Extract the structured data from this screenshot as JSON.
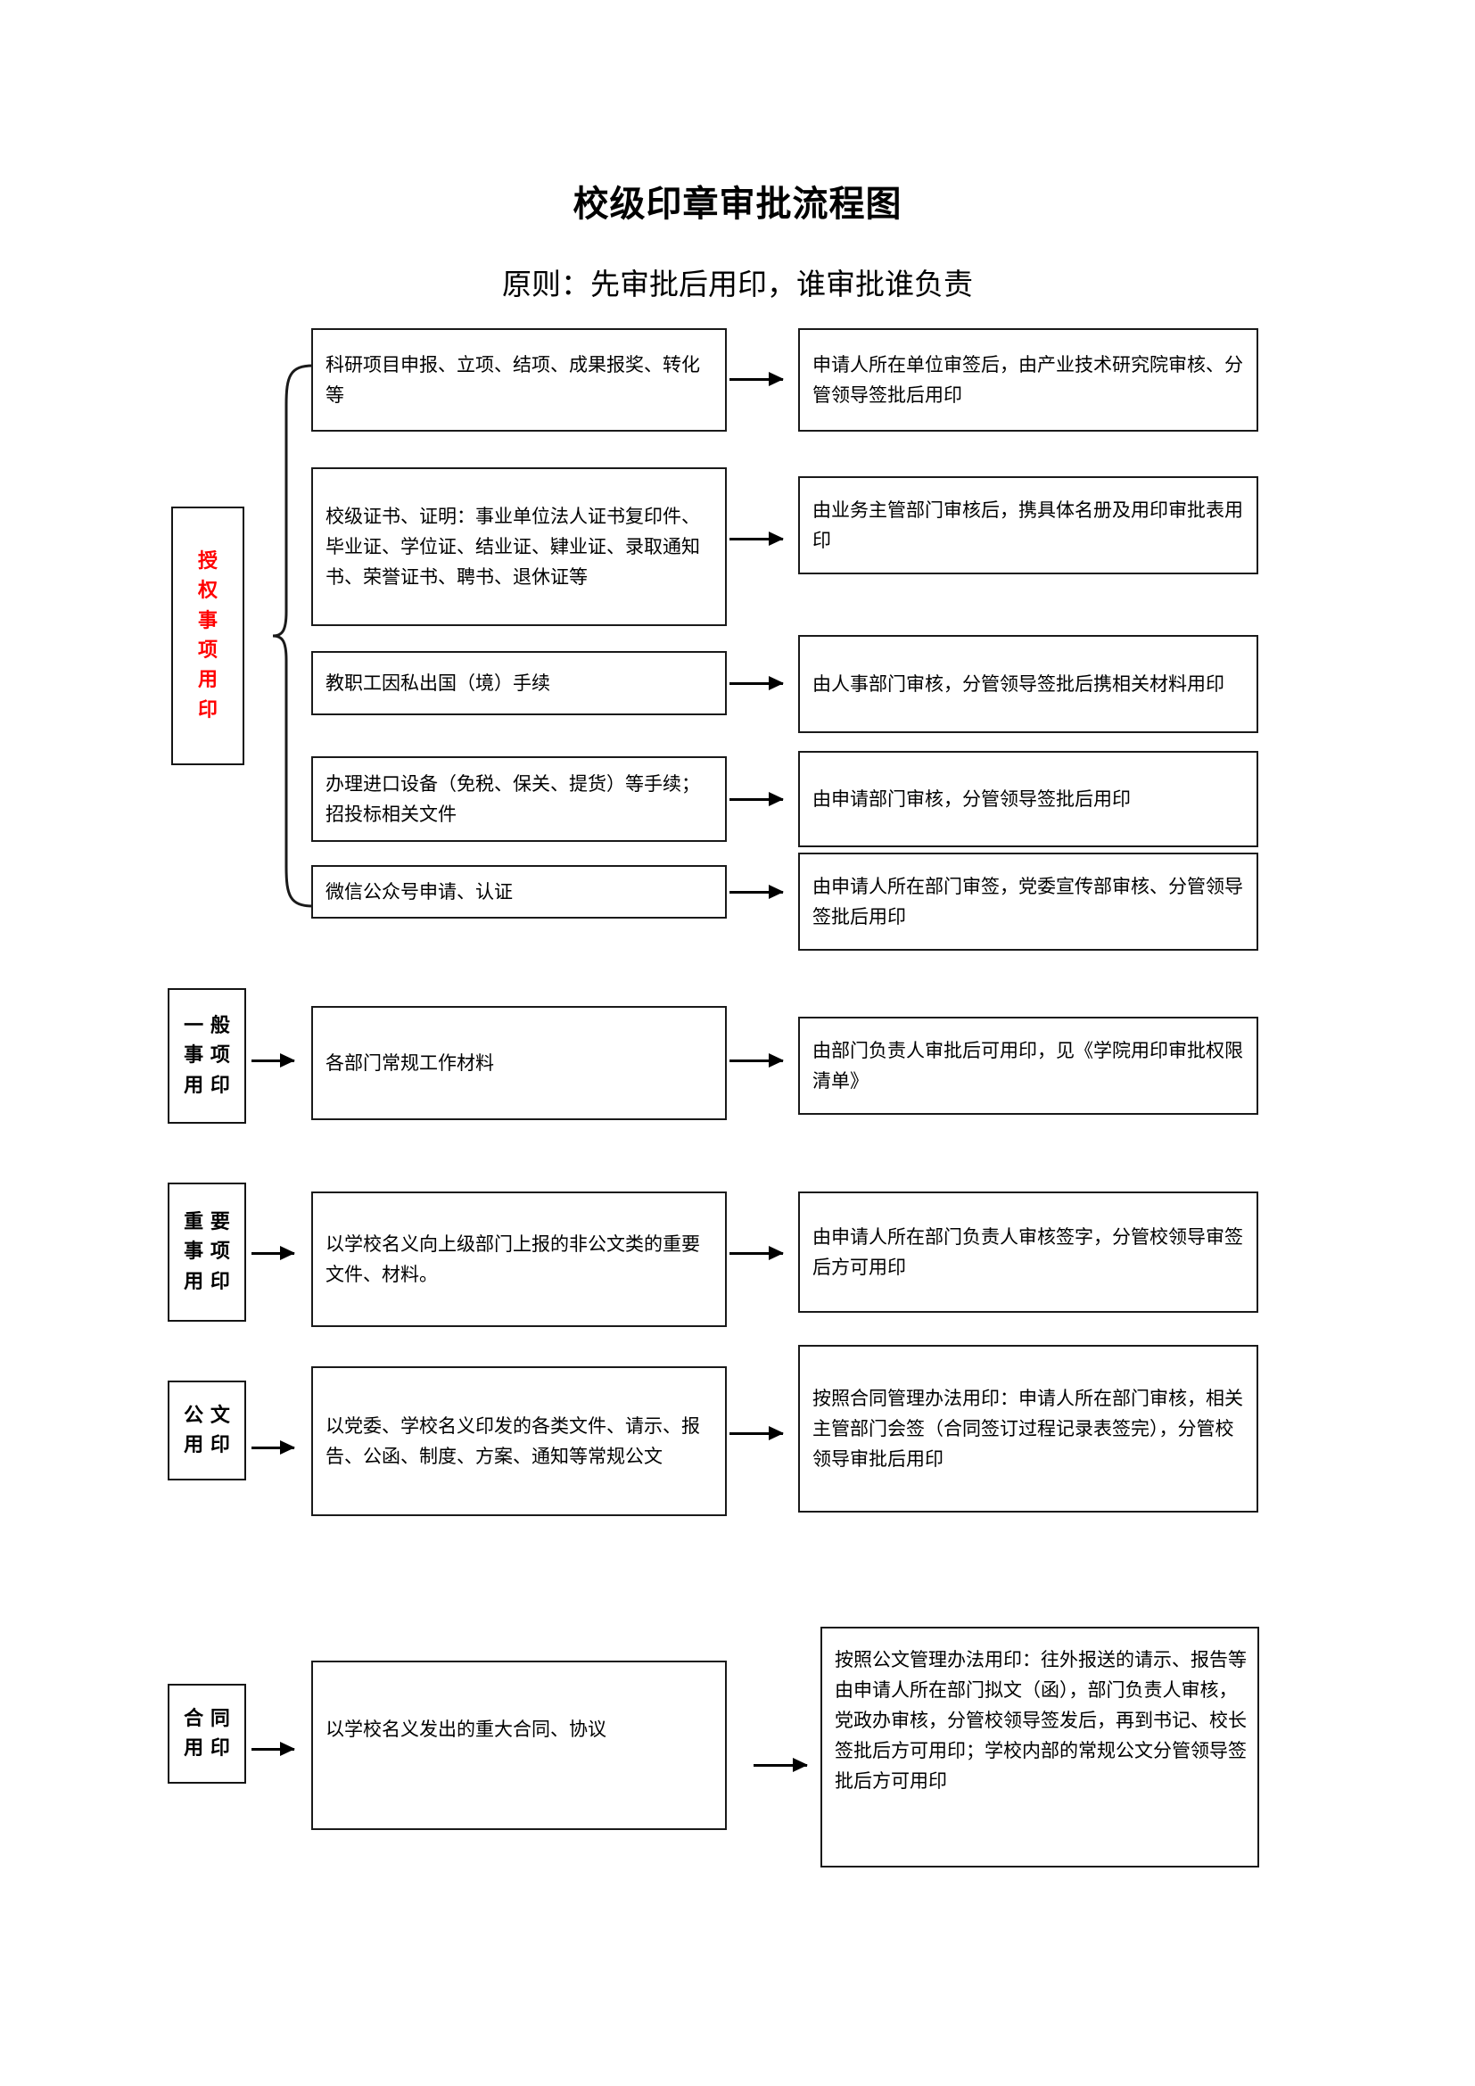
{
  "header": {
    "title": "校级印章审批流程图",
    "subtitle": "原则：先审批后用印，谁审批谁负责"
  },
  "colors": {
    "accent_red": "#ff0000",
    "line_black": "#000000",
    "background": "#ffffff"
  },
  "sections": [
    {
      "id": "authorized",
      "label_lines": [
        "授",
        "权",
        "事",
        "项",
        "用",
        "印"
      ],
      "label_color": "#ff0000",
      "rows": [
        {
          "source": "科研项目申报、立项、结项、成果报奖、转化等",
          "target": "申请人所在单位审签后，由产业技术研究院审核、分管领导签批后用印"
        },
        {
          "source": "校级证书、证明：事业单位法人证书复印件、毕业证、学位证、结业证、肄业证、录取通知书、荣誉证书、聘书、退休证等",
          "target": "由业务主管部门审核后，携具体名册及用印审批表用印"
        },
        {
          "source": "教职工因私出国（境）手续",
          "target": "由人事部门审核，分管领导签批后携相关材料用印"
        },
        {
          "source": "办理进口设备（免税、保关、提货）等手续；招投标相关文件",
          "target": "由申请部门审核，分管领导签批后用印"
        },
        {
          "source": "微信公众号申请、认证",
          "target": "由申请人所在部门审签，党委宣传部审核、分管领导签批后用印"
        }
      ]
    },
    {
      "id": "general",
      "label_lines": [
        "一 般",
        "事 项",
        "用 印"
      ],
      "label_color": "#000000",
      "rows": [
        {
          "source": "各部门常规工作材料",
          "target": "由部门负责人审批后可用印，见《学院用印审批权限清单》"
        }
      ]
    },
    {
      "id": "important",
      "label_lines": [
        "重 要",
        "事 项",
        "用 印"
      ],
      "label_color": "#000000",
      "rows": [
        {
          "source": "以学校名义向上级部门上报的非公文类的重要文件、材料。",
          "target": "由申请人所在部门负责人审核签字，分管校领导审签后方可用印"
        }
      ]
    },
    {
      "id": "official-document",
      "label_lines": [
        "公 文",
        "用 印"
      ],
      "label_color": "#000000",
      "rows": [
        {
          "source": "以党委、学校名义印发的各类文件、请示、报告、公函、制度、方案、通知等常规公文",
          "target": "按照合同管理办法用印：申请人所在部门审核，相关主管部门会签（合同签订过程记录表签完），分管校领导审批后用印"
        }
      ]
    },
    {
      "id": "contract",
      "label_lines": [
        "合 同",
        "用 印"
      ],
      "label_color": "#000000",
      "rows": [
        {
          "source": "以学校名义发出的重大合同、协议",
          "target": "按照公文管理办法用印：往外报送的请示、报告等由申请人所在部门拟文（函），部门负责人审核，党政办审核，分管校领导签发后，再到书记、校长签批后方可用印；学校内部的常规公文分管领导签批后方可用印"
        }
      ]
    }
  ]
}
